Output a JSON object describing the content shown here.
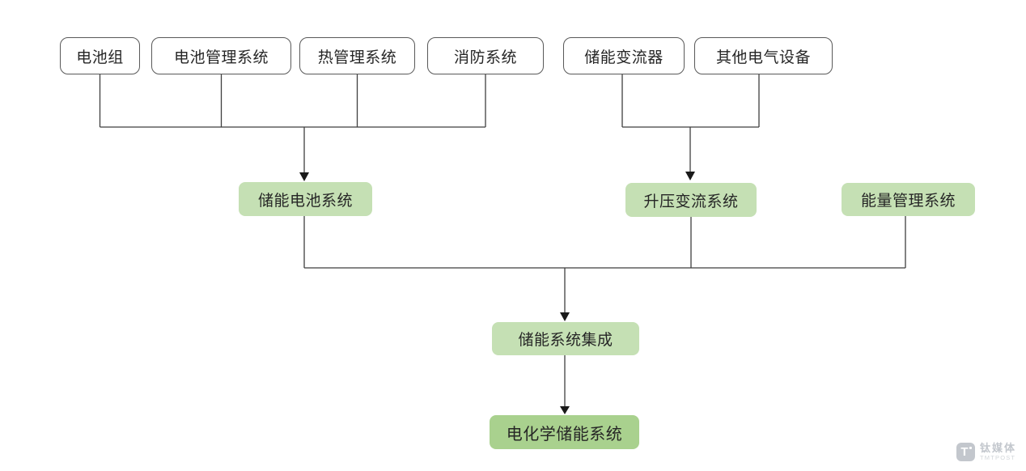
{
  "diagram": {
    "type": "flowchart",
    "description": "Electrochemical energy storage system composition hierarchy",
    "colors": {
      "white_box_border": "#595959",
      "light_green_fill": "#c5e0b4",
      "dark_green_fill": "#a9d18e",
      "connector_line": "#3f3f3f",
      "text": "#262626"
    },
    "nodes": {
      "battery_pack": "电池组",
      "bms": "电池管理系统",
      "thermal": "热管理系统",
      "fire": "消防系统",
      "pcs": "储能变流器",
      "other_electrical": "其他电气设备",
      "bess": "储能电池系统",
      "boost_converter": "升压变流系统",
      "ems": "能量管理系统",
      "integration": "储能系统集成",
      "electrochemical": "电化学储能系统"
    },
    "edges": [
      {
        "from": [
          "电池组",
          "电池管理系统",
          "热管理系统",
          "消防系统"
        ],
        "to": "储能电池系统"
      },
      {
        "from": [
          "储能变流器",
          "其他电气设备"
        ],
        "to": "升压变流系统"
      },
      {
        "from": [
          "储能电池系统",
          "升压变流系统",
          "能量管理系统"
        ],
        "to": "储能系统集成"
      },
      {
        "from": [
          "储能系统集成"
        ],
        "to": "电化学储能系统"
      }
    ]
  },
  "watermark": {
    "logo_letter": "T",
    "brand": "钛媒体",
    "sub": "TMTPOST"
  }
}
